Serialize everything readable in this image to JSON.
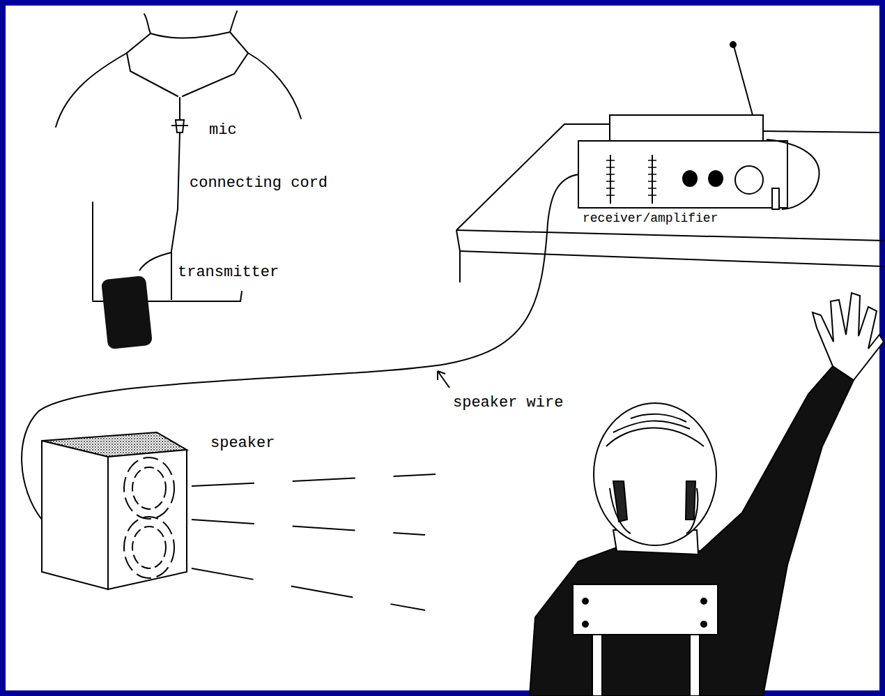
{
  "diagram": {
    "labels": [
      "mic",
      "connecting cord",
      "receiver/amplifier",
      "transmitter",
      "speaker wire",
      "speaker"
    ]
  }
}
